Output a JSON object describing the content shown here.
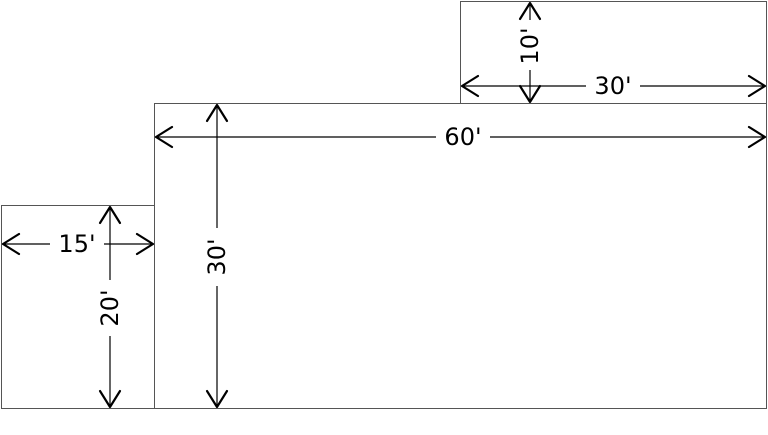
{
  "diagram": {
    "regions": [
      {
        "id": "top-room",
        "width_label": "30'",
        "height_label": "10'"
      },
      {
        "id": "main-room",
        "width_label": "60'",
        "height_label": "30'"
      },
      {
        "id": "side-room",
        "width_label": "15'",
        "height_label": "20'"
      }
    ],
    "colors": {
      "outline": "#555555",
      "dimension": "#000000",
      "background": "#ffffff"
    }
  }
}
